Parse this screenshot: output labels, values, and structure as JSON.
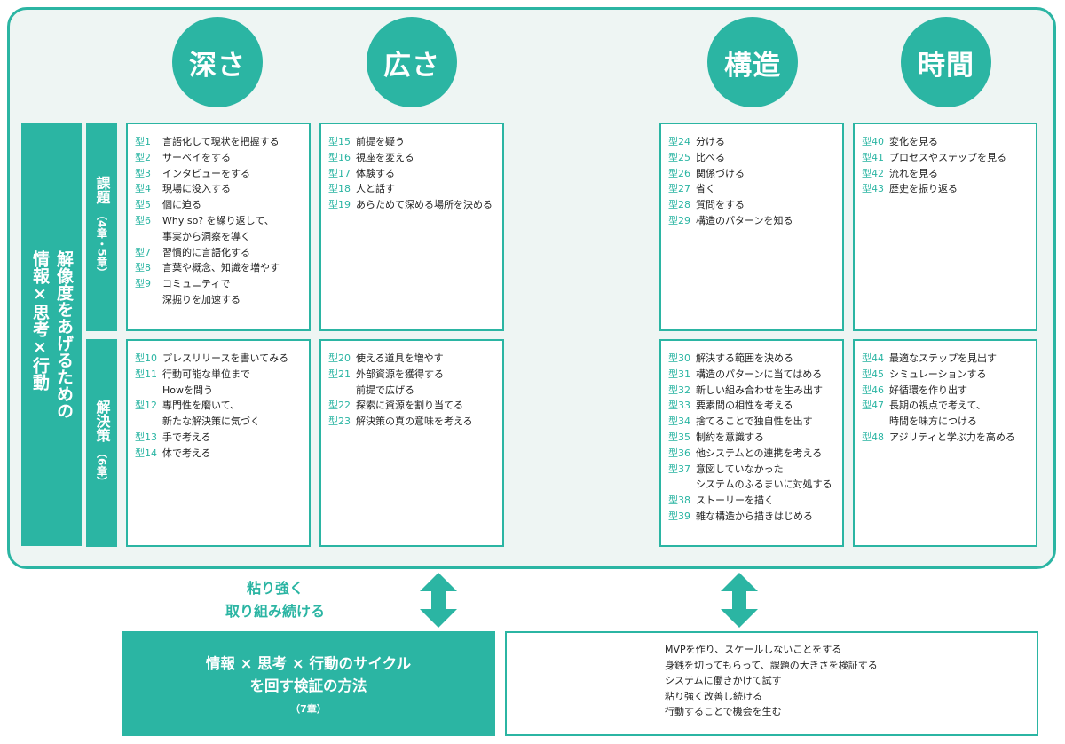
{
  "axes": [
    "深さ",
    "広さ",
    "構造",
    "時間"
  ],
  "main_label": [
    "解像度をあげるための",
    "情報×思考×行動"
  ],
  "rows": [
    {
      "title": "課題",
      "chapter": "（4章・5章）"
    },
    {
      "title": "解決策",
      "chapter": "（6章）"
    }
  ],
  "boxes": [
    [
      {
        "n": "型1",
        "t": "言語化して現状を把握する"
      },
      {
        "n": "型2",
        "t": "サーベイをする"
      },
      {
        "n": "型3",
        "t": "インタビューをする"
      },
      {
        "n": "型4",
        "t": "現場に没入する"
      },
      {
        "n": "型5",
        "t": "個に迫る"
      },
      {
        "n": "型6",
        "t": "Why so? を繰り返して、"
      },
      {
        "n": "",
        "t": "事実から洞察を導く"
      },
      {
        "n": "型7",
        "t": "習慣的に言語化する"
      },
      {
        "n": "型8",
        "t": "言葉や概念、知識を増やす"
      },
      {
        "n": "型9",
        "t": "コミュニティで"
      },
      {
        "n": "",
        "t": "深掘りを加速する"
      }
    ],
    [
      {
        "n": "型15",
        "t": "前提を疑う"
      },
      {
        "n": "型16",
        "t": "視座を変える"
      },
      {
        "n": "型17",
        "t": "体験する"
      },
      {
        "n": "型18",
        "t": "人と話す"
      },
      {
        "n": "型19",
        "t": "あらためて深める場所を決める"
      }
    ],
    [
      {
        "n": "型24",
        "t": "分ける"
      },
      {
        "n": "型25",
        "t": "比べる"
      },
      {
        "n": "型26",
        "t": "関係づける"
      },
      {
        "n": "型27",
        "t": "省く"
      },
      {
        "n": "型28",
        "t": "質問をする"
      },
      {
        "n": "型29",
        "t": "構造のパターンを知る"
      }
    ],
    [
      {
        "n": "型40",
        "t": "変化を見る"
      },
      {
        "n": "型41",
        "t": "プロセスやステップを見る"
      },
      {
        "n": "型42",
        "t": "流れを見る"
      },
      {
        "n": "型43",
        "t": "歴史を振り返る"
      }
    ],
    [
      {
        "n": "型10",
        "t": "プレスリリースを書いてみる"
      },
      {
        "n": "型11",
        "t": "行動可能な単位まで"
      },
      {
        "n": "",
        "t": "Howを問う"
      },
      {
        "n": "型12",
        "t": "専門性を磨いて、"
      },
      {
        "n": "",
        "t": "新たな解決策に気づく"
      },
      {
        "n": "型13",
        "t": "手で考える"
      },
      {
        "n": "型14",
        "t": "体で考える"
      }
    ],
    [
      {
        "n": "型20",
        "t": "使える道具を増やす"
      },
      {
        "n": "型21",
        "t": "外部資源を獲得する"
      },
      {
        "n": "",
        "t": "前提で広げる"
      },
      {
        "n": "型22",
        "t": "探索に資源を割り当てる"
      },
      {
        "n": "型23",
        "t": "解決策の真の意味を考える"
      }
    ],
    [
      {
        "n": "型30",
        "t": "解決する範囲を決める"
      },
      {
        "n": "型31",
        "t": "構造のパターンに当てはめる"
      },
      {
        "n": "型32",
        "t": "新しい組み合わせを生み出す"
      },
      {
        "n": "型33",
        "t": "要素間の相性を考える"
      },
      {
        "n": "型34",
        "t": "捨てることで独自性を出す"
      },
      {
        "n": "型35",
        "t": "制約を意識する"
      },
      {
        "n": "型36",
        "t": "他システムとの連携を考える"
      },
      {
        "n": "型37",
        "t": "意図していなかった"
      },
      {
        "n": "",
        "t": "システムのふるまいに対処する"
      },
      {
        "n": "型38",
        "t": "ストーリーを描く"
      },
      {
        "n": "型39",
        "t": "雑な構造から描きはじめる"
      }
    ],
    [
      {
        "n": "型44",
        "t": "最適なステップを見出す"
      },
      {
        "n": "型45",
        "t": "シミュレーションする"
      },
      {
        "n": "型46",
        "t": "好循環を作り出す"
      },
      {
        "n": "型47",
        "t": "長期の視点で考えて、"
      },
      {
        "n": "",
        "t": "時間を味方につける"
      },
      {
        "n": "型48",
        "t": "アジリティと学ぶ力を高める"
      }
    ]
  ],
  "persistence": [
    "粘り強く",
    "取り組み続ける"
  ],
  "cycle": {
    "title": [
      "情報 × 思考 × 行動のサイクル",
      "を回す検証の方法"
    ],
    "chapter": "（7章）"
  },
  "methods": [
    "MVPを作り、スケールしないことをする",
    "身銭を切ってもらって、課題の大きさを検証する",
    "システムに働きかけて試す",
    "粘り強く改善し続ける",
    "行動することで機会を生む"
  ],
  "colors": {
    "accent": "#2bb5a3",
    "panel": "#eef5f3",
    "text": "#222222"
  }
}
